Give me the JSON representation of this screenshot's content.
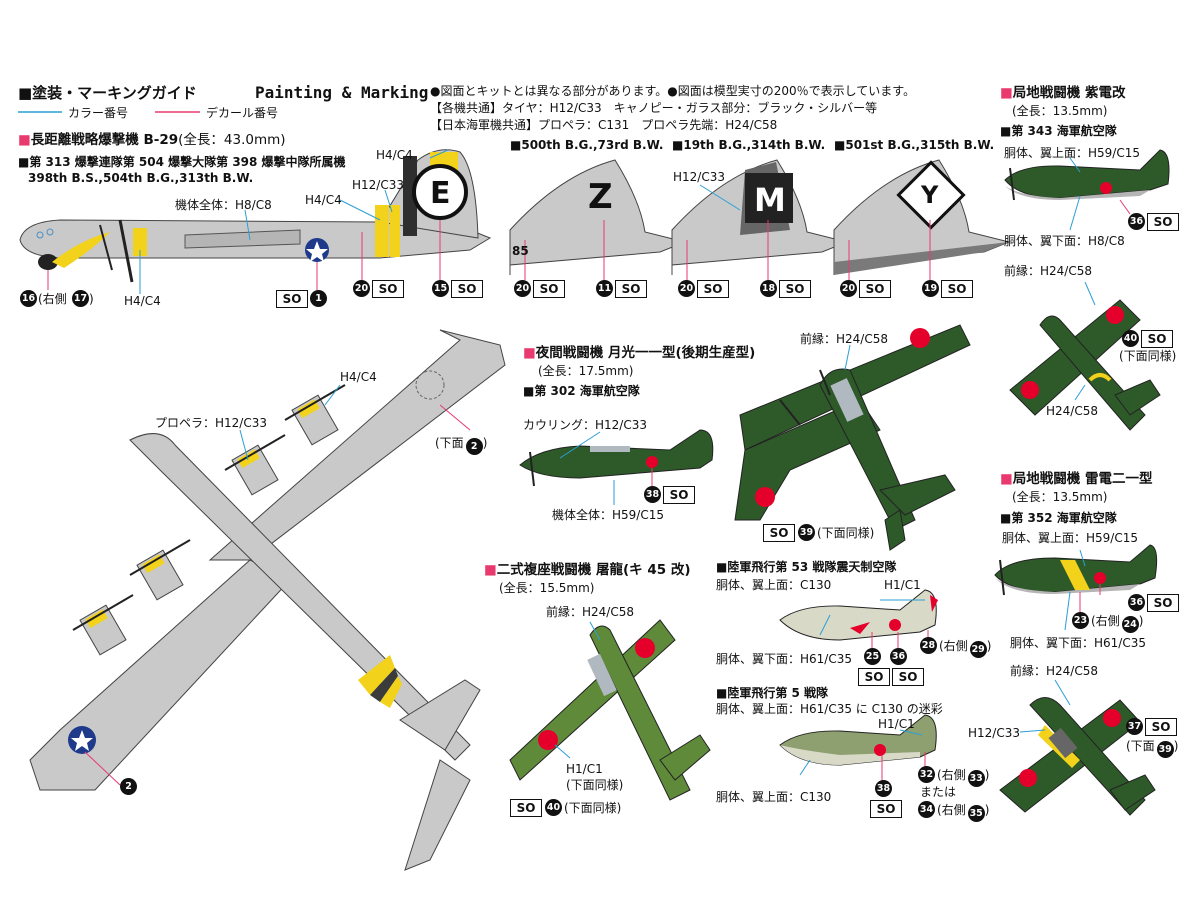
{
  "header": {
    "title_jp": "■塗装・マーキングガイド",
    "title_en": "Painting & Marking",
    "legend_color": "カラー番号",
    "legend_decal": "デカール番号",
    "note1": "●図面とキットとは異なる部分があります。●図面は模型実寸の200％で表示しています。",
    "note2": "【各機共通】タイヤ：H12/C33　キャノピー・ガラス部分：ブラック・シルバー等",
    "note3": "【日本海軍機共通】プロペラ：C131　プロペラ先端：H24/C58"
  },
  "b29": {
    "name": "長距離戦略爆撃機 B-29",
    "length": "(全長：43.0mm)",
    "unit_jp": "■第 313 爆撃連隊第 504 爆撃大隊第 398 爆撃中隊所属機",
    "unit_en": "398th B.S.,504th B.G.,313th B.W.",
    "c_body": "機体全体：H8/C8",
    "c_h12": "H12/C33",
    "c_h4a": "H4/C4",
    "c_h4b": "H4/C4",
    "c_h4c": "H4/C4",
    "decal_side": "(右側",
    "top_h4": "H4/C4",
    "top_prop": "プロペラ：H12/C33",
    "top_under": "(下面",
    "tails": [
      {
        "label": "■500th B.G.,73rd B.W.",
        "letter": "Z",
        "n1": "20",
        "n2": "11"
      },
      {
        "label": "■19th B.G.,314th B.W.",
        "letter": "M",
        "n1": "20",
        "n2": "18"
      },
      {
        "label": "■501st B.G.,315th B.W.",
        "letter": "Y",
        "n1": "20",
        "n2": "19"
      }
    ],
    "tail_h12": "H12/C33",
    "tail_85": "85",
    "tail_E": "E",
    "n_15": "15",
    "n_20": "20",
    "n_1": "1",
    "n_16": "16",
    "n_17": "17",
    "n_2": "2"
  },
  "so": "SO",
  "gekko": {
    "name": "夜間戦闘機 月光一一型(後期生産型)",
    "length": "(全長：17.5mm)",
    "unit": "■第 302 海軍航空隊",
    "cowl": "カウリング：H12/C33",
    "body": "機体全体：H59/C15",
    "lead": "前縁：H24/C58",
    "under": "(下面同様)",
    "n38": "38",
    "n39": "39"
  },
  "toryu": {
    "name": "二式複座戦闘機 屠龍(キ 45 改)",
    "length": "(全長：15.5mm)",
    "lead": "前縁：H24/C58",
    "h1": "H1/C1",
    "under1": "(下面同様)",
    "under2": "(下面同様)",
    "n40": "40"
  },
  "army53": {
    "unit": "■陸軍飛行第 53 戦隊震天制空隊",
    "upper": "胴体、翼上面：C130",
    "h1": "H1/C1",
    "lower": "胴体、翼下面：H61/C35",
    "side": "(右側",
    "n25": "25",
    "n36": "36",
    "n28": "28",
    "n29": "29"
  },
  "army5": {
    "unit": "■陸軍飛行第 5 戦隊",
    "upper": "胴体、翼上面：H61/C35 に C130 の迷彩",
    "h1": "H1/C1",
    "lower": "胴体、翼上面：C130",
    "side1": "(右側",
    "side2": "(右側",
    "or": "または",
    "n38": "38",
    "n32": "32",
    "n33": "33",
    "n34": "34",
    "n35": "35"
  },
  "shiden": {
    "name": "局地戦闘機 紫電改",
    "length": "(全長：13.5mm)",
    "unit": "■第 343 海軍航空隊",
    "upper": "胴体、翼上面：H59/C15",
    "lower": "胴体、翼下面：H8/C8",
    "lead": "前縁：H24/C58",
    "h24": "H24/C58",
    "under": "(下面同様)",
    "n36": "36",
    "n40": "40"
  },
  "raiden": {
    "name": "局地戦闘機 雷電二一型",
    "length": "(全長：13.5mm)",
    "unit": "■第 352 海軍航空隊",
    "upper": "胴体、翼上面：H59/C15",
    "lower": "胴体、翼下面：H61/C35",
    "lead": "前縁：H24/C58",
    "h12": "H12/C33",
    "side": "(右側",
    "under": "(下面",
    "n23": "23",
    "n24": "24",
    "n36": "36",
    "n37": "37",
    "n39": "39"
  },
  "colors": {
    "b29_gray": "#c9c9c9",
    "navy_green": "#2e5a2a",
    "yellow": "#f2d21a",
    "hinomaru": "#e4002b",
    "leader_blue": "#2a9fd6",
    "leader_pink": "#e83a6e"
  }
}
